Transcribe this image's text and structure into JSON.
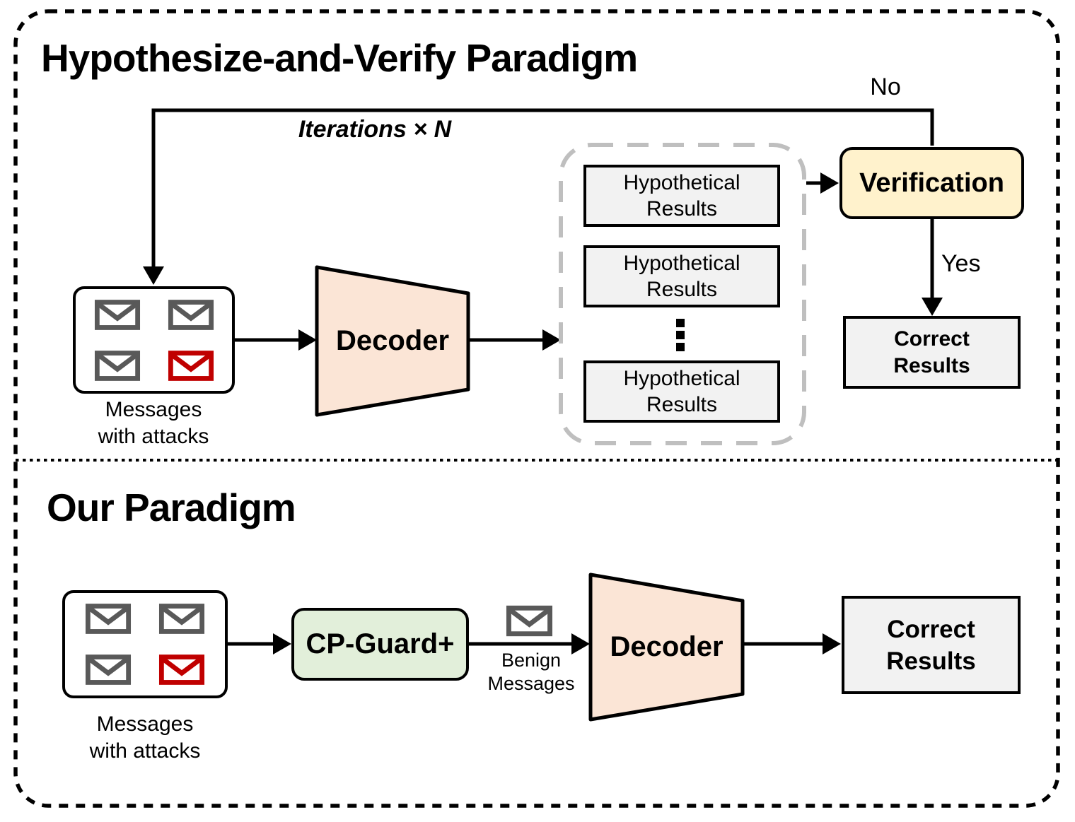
{
  "colors": {
    "decoder-fill": "#FBE5D6",
    "verification-fill": "#FFF2CC",
    "cpguard-fill": "#E2EFDA",
    "result-fill": "#F2F2F2",
    "envelope-gray": "#595959",
    "envelope-red": "#C00000",
    "pool-stroke": "#BFBFBF"
  },
  "top": {
    "title": "Hypothesize-and-Verify Paradigm",
    "iterations_label": "Iterations × N",
    "no_label": "No",
    "yes_label": "Yes",
    "messages_box": {
      "label": "Messages\nwith attacks"
    },
    "decoder": {
      "label": "Decoder"
    },
    "hypothetical_results": [
      {
        "label": "Hypothetical\nResults"
      },
      {
        "label": "Hypothetical\nResults"
      },
      {
        "label": "Hypothetical\nResults"
      }
    ],
    "verification": {
      "label": "Verification"
    },
    "correct_results": {
      "label": "Correct\nResults"
    }
  },
  "bottom": {
    "title": "Our Paradigm",
    "messages_box": {
      "label": "Messages\nwith attacks"
    },
    "cp_guard": {
      "label": "CP-Guard+"
    },
    "benign_messages": {
      "label": "Benign\nMessages"
    },
    "decoder": {
      "label": "Decoder"
    },
    "correct_results": {
      "label": "Correct\nResults"
    }
  }
}
